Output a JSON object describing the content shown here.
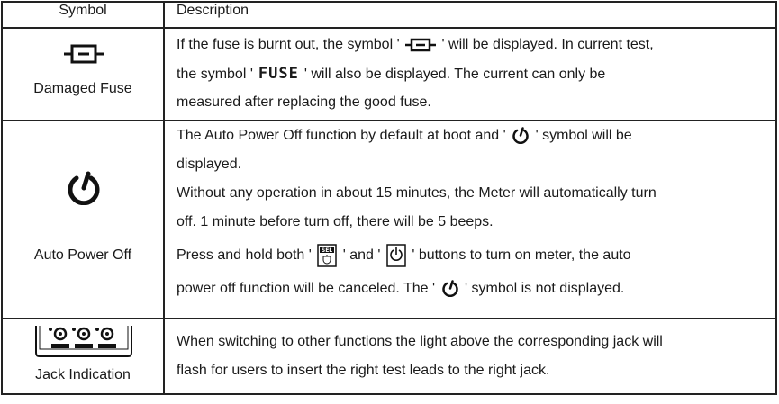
{
  "header": {
    "symbol": "Symbol",
    "description": "Description"
  },
  "rows": [
    {
      "symbol_label": "Damaged Fuse",
      "symbol_icon": "fuse-icon",
      "lines": [
        {
          "a": "If the fuse is burnt out, the symbol '",
          "b": "' will be displayed. In current test,"
        },
        {
          "a": "the symbol '",
          "fuse": "FUSE",
          "b": "' will also be displayed. The current can only be"
        },
        {
          "a": "measured after replacing the good fuse."
        }
      ]
    },
    {
      "symbol_label": "Auto Power Off",
      "symbol_icon": "power-icon",
      "lines": [
        {
          "a": "The Auto Power Off function by default at boot and '",
          "b": "' symbol will be"
        },
        {
          "a": "displayed."
        },
        {
          "a": "Without any operation in about 15 minutes, the Meter will automatically turn"
        },
        {
          "a": "off. 1 minute before turn off, there will be 5 beeps."
        },
        {
          "a": "Press and hold both '",
          "b": "' and '",
          "c": "' buttons to turn on meter, the auto"
        },
        {
          "a": "power off function will be canceled. The '",
          "b": "' symbol is not displayed."
        }
      ],
      "sel_key_label": "SEL"
    },
    {
      "symbol_label": "Jack Indication",
      "symbol_icon": "jack-indicator-icon",
      "lines": [
        {
          "a": "When switching to other functions the light above the corresponding jack will"
        },
        {
          "a": "flash for users to insert the right test leads to the right jack."
        }
      ]
    }
  ]
}
